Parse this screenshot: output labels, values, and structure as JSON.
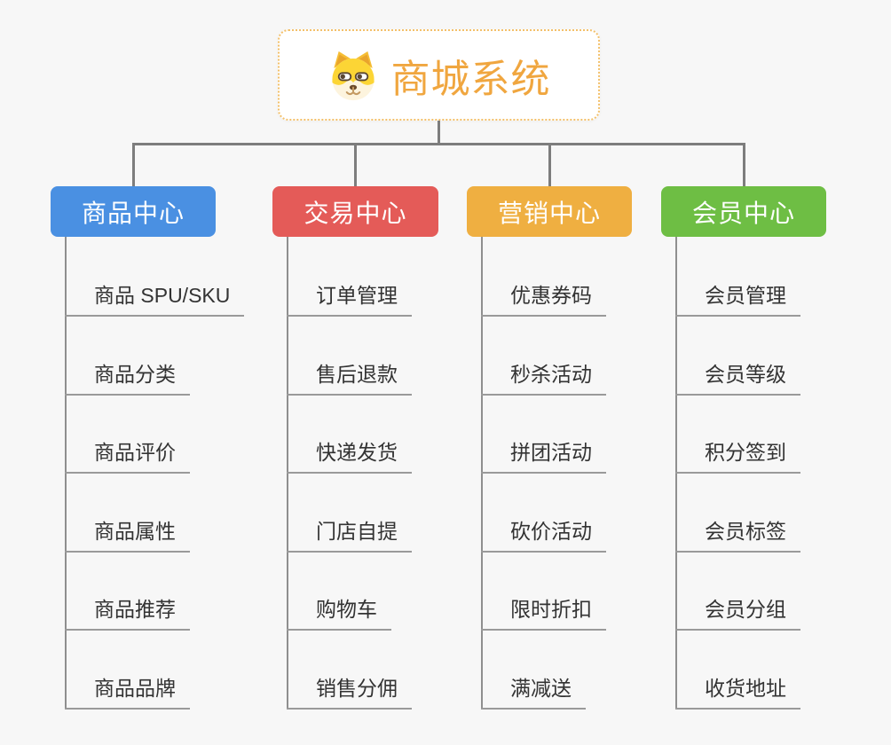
{
  "root": {
    "title": "商城系统",
    "icon": "shiba-dog-icon",
    "title_color": "#f0a63f",
    "border_color": "#f3c06a"
  },
  "connector": {
    "main_color": "#7d7d7d",
    "leaf_color": "#9a9a9a"
  },
  "branches": [
    {
      "label": "商品中心",
      "color": "#4a90e2",
      "children": [
        "商品 SPU/SKU",
        "商品分类",
        "商品评价",
        "商品属性",
        "商品推荐",
        "商品品牌"
      ]
    },
    {
      "label": "交易中心",
      "color": "#e45b58",
      "children": [
        "订单管理",
        "售后退款",
        "快递发货",
        "门店自提",
        "购物车",
        "销售分佣"
      ]
    },
    {
      "label": "营销中心",
      "color": "#efaf41",
      "children": [
        "优惠券码",
        "秒杀活动",
        "拼团活动",
        "砍价活动",
        "限时折扣",
        "满减送"
      ]
    },
    {
      "label": "会员中心",
      "color": "#6ebe44",
      "children": [
        "会员管理",
        "会员等级",
        "积分签到",
        "会员标签",
        "会员分组",
        "收货地址"
      ]
    }
  ]
}
